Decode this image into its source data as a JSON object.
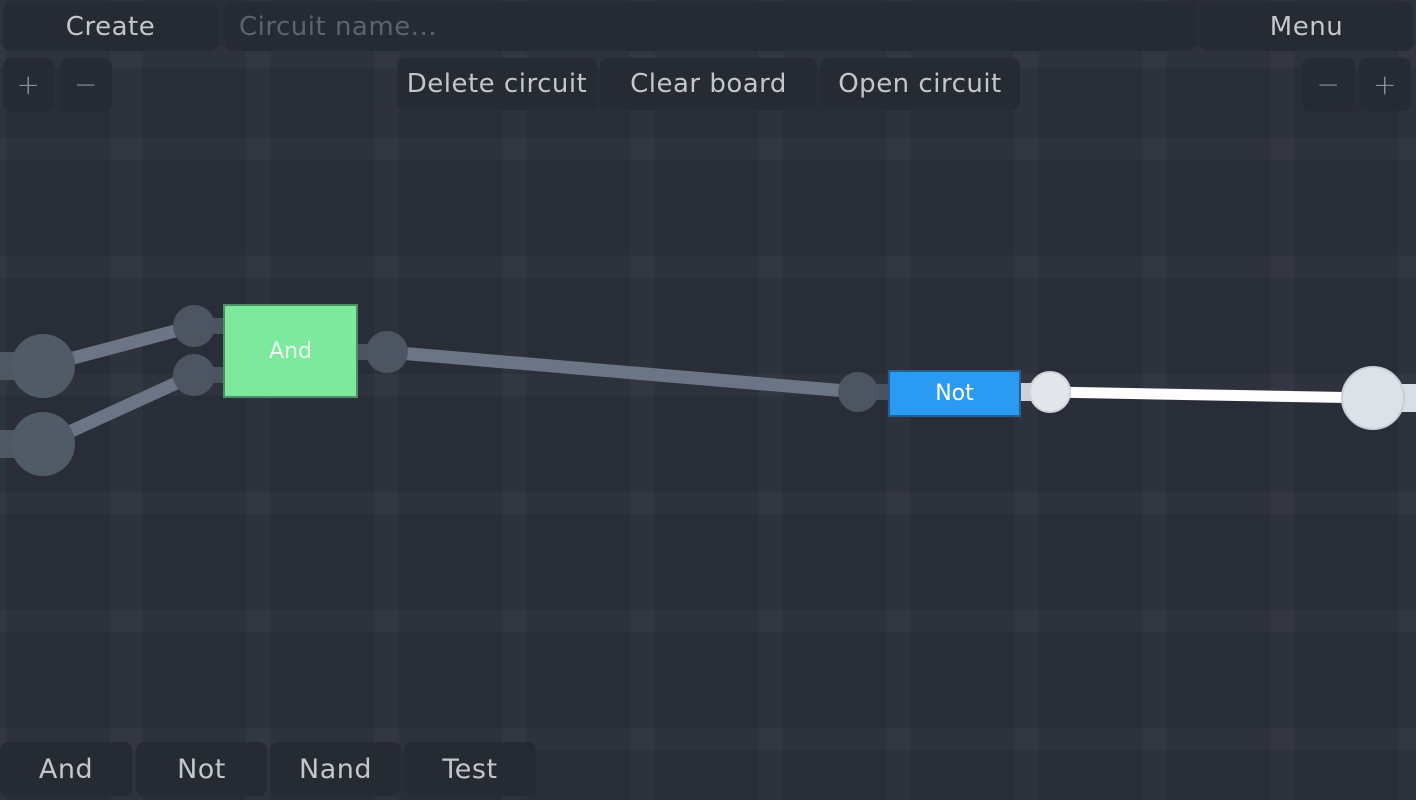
{
  "header": {
    "create_label": "Create",
    "circuit_name_placeholder": "Circuit name...",
    "circuit_name_value": "",
    "menu_label": "Menu",
    "delete_circuit_label": "Delete circuit",
    "clear_board_label": "Clear board",
    "open_circuit_label": "Open circuit",
    "zoom_in_label": "+",
    "zoom_out_label": "−"
  },
  "palette": {
    "items": [
      {
        "label": "And"
      },
      {
        "label": "Not"
      },
      {
        "label": "Nand"
      },
      {
        "label": "Test"
      }
    ]
  },
  "canvas": {
    "gates": [
      {
        "label": "And",
        "color": "#7de99c"
      },
      {
        "label": "Not",
        "color": "#2b9af3"
      }
    ],
    "colors": {
      "wire_off": "#6c7585",
      "wire_on": "#fdfdfe",
      "node_off": "#4d5562",
      "input_node_off": "#515a67",
      "node_on": "#e3e6eb",
      "stub_off": "#4f5763",
      "stub_on": "#d9dee6",
      "background": "#292d37"
    }
  }
}
